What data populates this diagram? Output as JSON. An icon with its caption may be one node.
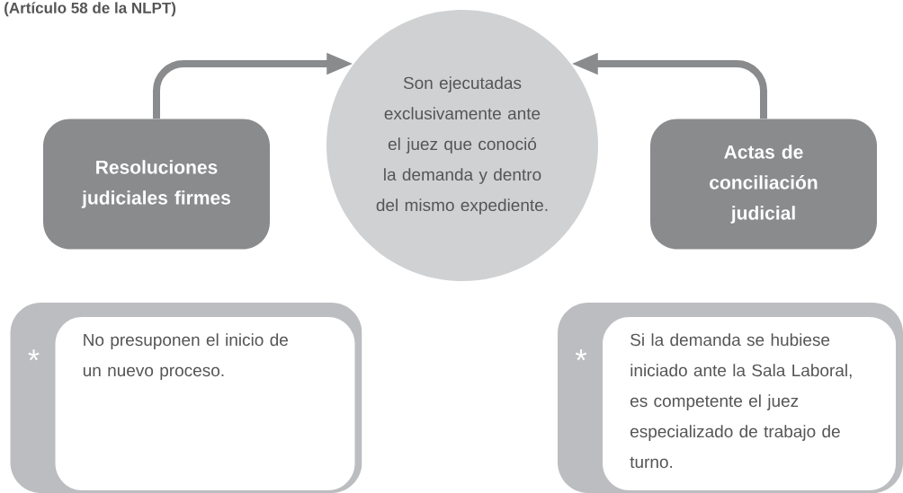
{
  "diagram": {
    "title": "(Artículo 58 de la NLPT)",
    "nodes": [
      {
        "text": [
          "Resoluciones judiciales firmes"
        ]
      },
      {
        "text": [
          "Son ejecutadas exclusivamente ante el juez que conoció la demanda y dentro del mismo expediente."
        ]
      },
      {
        "text": [
          "Actas de conciliación judicial"
        ]
      },
      {
        "text": [
          "*",
          "No presuponen el inicio de un nuevo proceso."
        ]
      },
      {
        "text": [
          "*",
          "Si la demanda se hubiese iniciado ante la Sala Laboral, es competente el juez especializado de trabajo de turno."
        ]
      }
    ],
    "edges": [
      {
        "from": 0,
        "to": 1,
        "arrow": "to"
      },
      {
        "from": 2,
        "to": 1,
        "arrow": "to"
      }
    ]
  }
}
